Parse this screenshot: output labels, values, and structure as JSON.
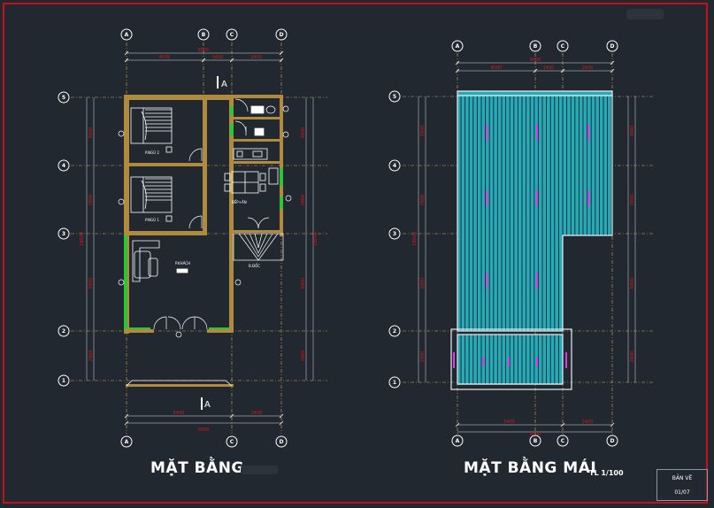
{
  "drawing": {
    "floor_plan_title": "MẶT BẰNG",
    "roof_plan_title": "MẶT BẰNG MÁI",
    "roof_plan_scale": "TL 1/100",
    "sheet_label": "BẢN VẼ",
    "sheet_number": "01/07",
    "section_mark_top": "A",
    "section_mark_bottom": "A"
  },
  "floor_plan": {
    "grid_letters_top": [
      "A",
      "B",
      "C",
      "D"
    ],
    "grid_letters_bottom": [
      "A",
      "C",
      "D"
    ],
    "grid_numbers_left": [
      "5",
      "4",
      "3",
      "2",
      "1"
    ],
    "top_dims_total": "9000",
    "top_dims": [
      "4000",
      "1400",
      "2400"
    ],
    "bottom_dims_total": "9000",
    "bottom_dims": [
      "5400",
      "2400"
    ],
    "left_dims_total": "18000",
    "left_dims": [
      "3900",
      "3900",
      "5800",
      "2900"
    ],
    "room_labels": {
      "bedroom2": "P.NGỦ 2",
      "bedroom1": "P.NGỦ 1",
      "kitchen": "BẾP+ĂN",
      "living": "P.KHÁCH",
      "stairs": "B.ĐỐC"
    }
  },
  "roof_plan": {
    "grid_letters_top": [
      "A",
      "B",
      "C",
      "D"
    ],
    "grid_letters_bottom": [
      "A",
      "B",
      "C",
      "D"
    ],
    "grid_numbers_left": [
      "5",
      "4",
      "3",
      "2",
      "1"
    ],
    "top_dims_total": "9000",
    "top_dims": [
      "4000",
      "1400",
      "2400"
    ],
    "bottom_dims_total": "9000",
    "bottom_dims": [
      "5400",
      "2400"
    ],
    "left_dims_total": "18000",
    "left_dims": [
      "3900",
      "3900",
      "5800",
      "2900"
    ]
  },
  "colors": {
    "background": "#212830",
    "wall": "#b08a3e",
    "grid_axis": "#c8b25a",
    "dimension": "#d11a1a",
    "roof_sheet": "#29a8b6",
    "roof_edge": "#e8edf2",
    "accent_green": "#2ec43a",
    "text": "#ffffff"
  }
}
